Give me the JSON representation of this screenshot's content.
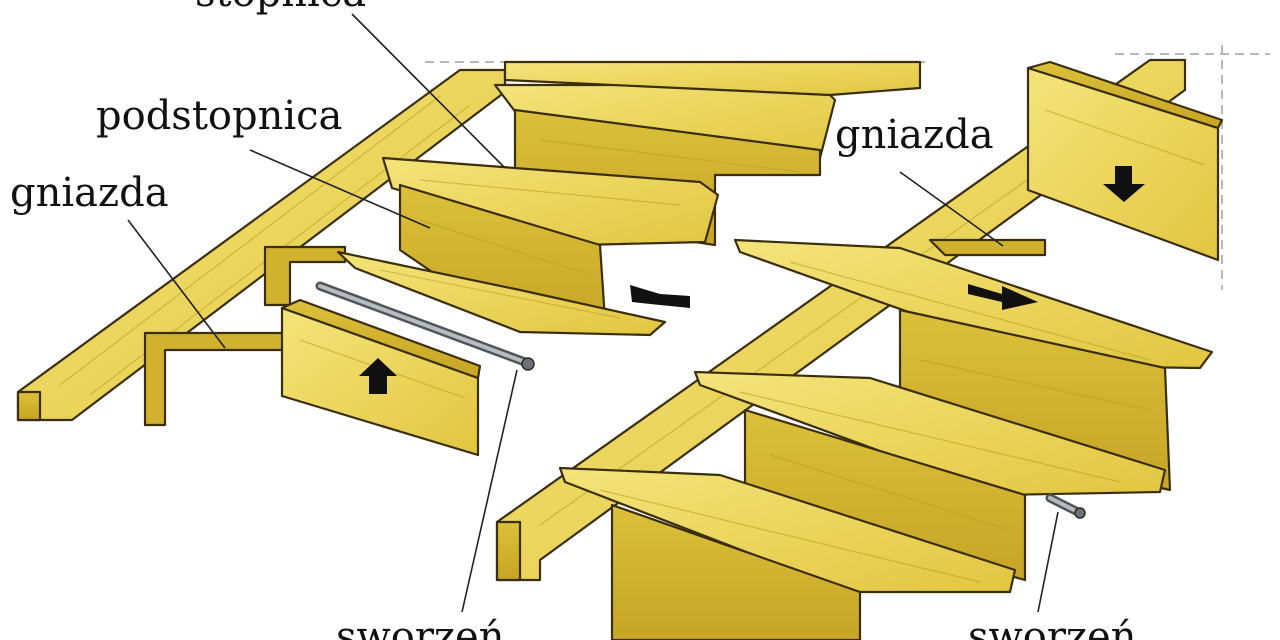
{
  "labels": {
    "tread": "stopnica",
    "riser": "podstopnica",
    "housing_left": "gniazda",
    "housing_right": "gniazda",
    "bolt_left": "sworzeń",
    "bolt_right": "sworzeń"
  },
  "colors": {
    "wood_light": "#f1df6a",
    "wood_mid": "#e6cd45",
    "wood_dark": "#c9a925",
    "outline": "#3b2f0b",
    "arrow": "#111111",
    "bolt": "#8a8f96"
  },
  "icons": [
    "arrow-up-icon",
    "arrow-left-icon",
    "arrow-down-icon",
    "arrow-right-icon"
  ]
}
